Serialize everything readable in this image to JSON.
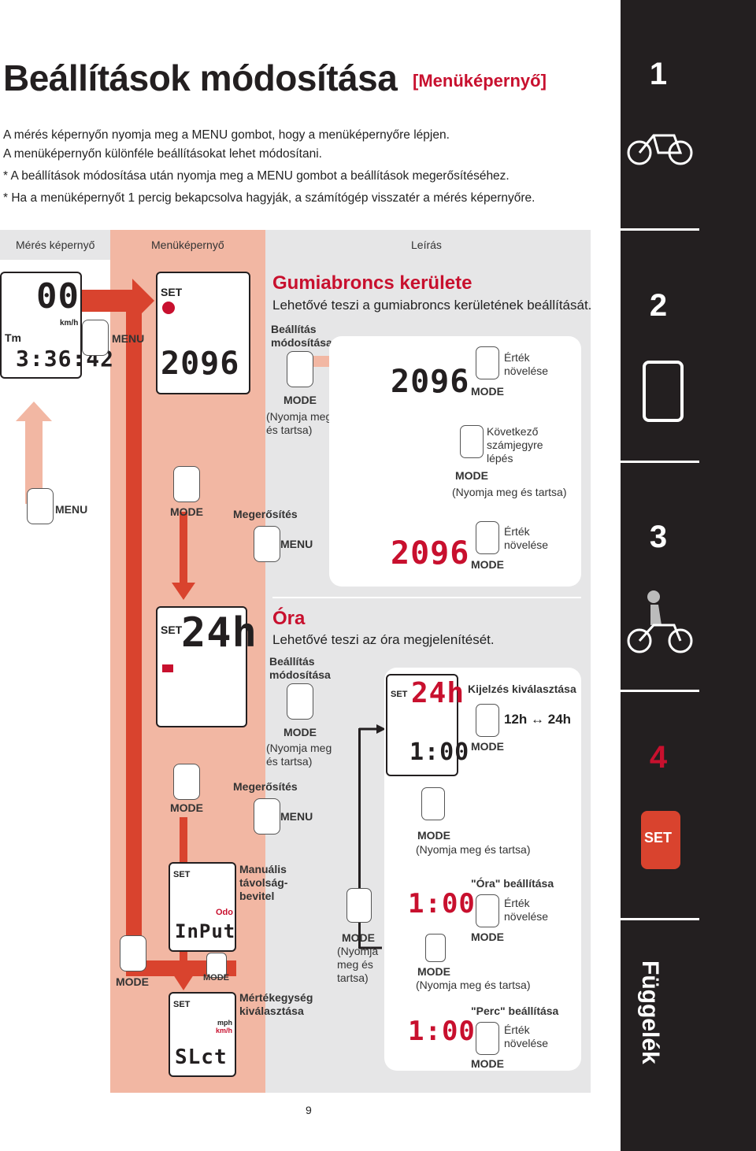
{
  "title": "Beállítások módosítása",
  "subtitle": "[Menüképernyő]",
  "intro": [
    "A mérés képernyőn nyomja meg a MENU gombot, hogy a menüképernyőre lépjen.",
    "A menüképernyőn különféle beállításokat lehet módosítani.",
    "* A beállítások módosítása után nyomja meg a MENU gombot a beállítások megerősítéséhez.",
    "* Ha a menüképernyőt 1 percig bekapcsolva hagyják, a számítógép visszatér a mérés képernyőre."
  ],
  "headers": {
    "measure": "Mérés képernyő",
    "menu": "Menüképernyő",
    "desc": "Leírás"
  },
  "measure_screen": {
    "speed": "00",
    "unit": "km/h",
    "tm": "Tm",
    "time": "3:36:42"
  },
  "buttons": {
    "menu": "MENU",
    "mode": "MODE",
    "set": "SET"
  },
  "tire": {
    "heading": "Gumiabroncs kerülete",
    "sub": "Lehetővé teszi a gumiabroncs kerületének beállítását.",
    "change": "Beállítás\nmódosítása",
    "hold": "(Nyomja meg\nés tartsa)",
    "confirm": "Megerősítés",
    "value": "2096",
    "inc": "Érték\nnövelése",
    "next": "Következő\nszámjegyre\nlépés",
    "hold2": "(Nyomja meg és tartsa)"
  },
  "clock": {
    "heading": "Óra",
    "sub": "Lehetővé teszi az óra megjelenítését.",
    "change": "Beállítás\nmódosítása",
    "hold": "(Nyomja meg\nés tartsa)",
    "confirm": "Megerősítés",
    "h24": "24h",
    "time": "1:00",
    "select": "Kijelzés kiválasztása",
    "toggle": "12h ↔ 24h",
    "hold2": "(Nyomja meg és tartsa)",
    "hour_set": "\"Óra\" beállítása",
    "minute_set": "\"Perc\" beállítása",
    "inc": "Érték\nnövelése",
    "hold3": "(Nyomja\nmeg és\ntartsa)"
  },
  "manual": {
    "label": "Manuális\ntávolság-\nbevitel",
    "input": "InPut",
    "odo": "Odo"
  },
  "units": {
    "label": "Mértékegység\nkiválasztása",
    "slct": "SLct",
    "mph": "mph",
    "kmh": "km/h"
  },
  "sidebar": {
    "t1": "1",
    "t2": "2",
    "t3": "3",
    "t4": "4",
    "appendix": "Függelék",
    "set": "SET"
  },
  "page_number": "9",
  "colors": {
    "red": "#c8102e",
    "salmon": "#f2b7a3",
    "gray": "#e6e6e7",
    "dark": "#231f20"
  }
}
